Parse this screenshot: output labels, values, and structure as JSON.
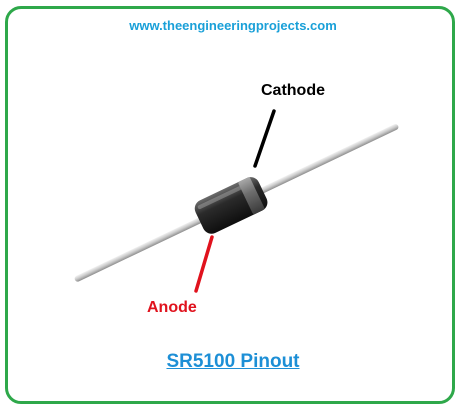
{
  "site": {
    "url": "www.theengineeringprojects.com"
  },
  "labels": {
    "cathode": "Cathode",
    "anode": "Anode"
  },
  "caption": "SR5100 Pinout",
  "colors": {
    "frame": "#2ea84a",
    "url": "#1aa0d8",
    "cathode_pointer": "#000000",
    "anode_pointer": "#e0121d",
    "caption": "#1d8fd6"
  }
}
